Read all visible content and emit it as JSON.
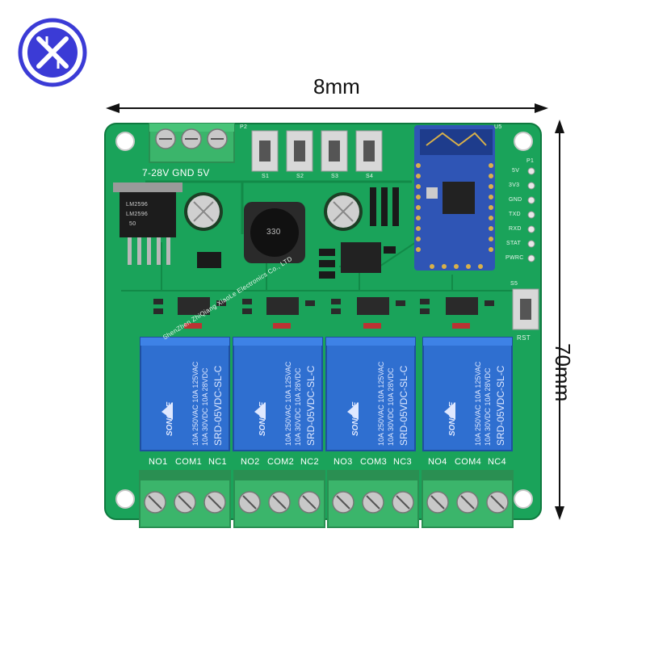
{
  "dimensions": {
    "width_label": "8mm",
    "height_label": "70mm"
  },
  "power_terminal": {
    "label": "7-28V GND 5V",
    "header_ref": "P2"
  },
  "regulator": {
    "marking_line1": "LM2596",
    "marking_line2": "LM2596",
    "marking_line3": "50"
  },
  "inductor": {
    "marking": "330"
  },
  "switches": [
    "S1",
    "S2",
    "S3",
    "S4"
  ],
  "reset": {
    "ref": "S5",
    "label": "RST"
  },
  "module": {
    "ref": "U5"
  },
  "pin_header": {
    "ref": "P1",
    "pins": [
      "5V",
      "3V3",
      "GND",
      "TXD",
      "RXD",
      "STAT",
      "PWRC"
    ]
  },
  "silkscreen_company": "ShenZhen ZhiQiang XiaoLe Electronics Co., LTD",
  "relays": [
    {
      "brand": "SONGLE",
      "rating1": "10A 250VAC  10A 125VAC",
      "rating2": "10A 30VDC  10A 28VDC",
      "model": "SRD-05VDC-SL-C",
      "terminals": [
        "NO1",
        "COM1",
        "NC1"
      ]
    },
    {
      "brand": "SONGLE",
      "rating1": "10A 250VAC  10A 125VAC",
      "rating2": "10A 30VDC  10A 28VDC",
      "model": "SRD-05VDC-SL-C",
      "terminals": [
        "NO2",
        "COM2",
        "NC2"
      ]
    },
    {
      "brand": "SONGLE",
      "rating1": "10A 250VAC  10A 125VAC",
      "rating2": "10A 30VDC  10A 28VDC",
      "model": "SRD-05VDC-SL-C",
      "terminals": [
        "NO3",
        "COM3",
        "NC3"
      ]
    },
    {
      "brand": "SONGLE",
      "rating1": "10A 250VAC  10A 125VAC",
      "rating2": "10A 30VDC  10A 28VDC",
      "model": "SRD-05VDC-SL-C",
      "terminals": [
        "NO4",
        "COM4",
        "NC4"
      ]
    }
  ],
  "colors": {
    "pcb": "#1aa35a",
    "pcb_dark": "#128a48",
    "terminal": "#3bb56b",
    "relay": "#2f6fd0",
    "logo": "#3b3bd6"
  }
}
